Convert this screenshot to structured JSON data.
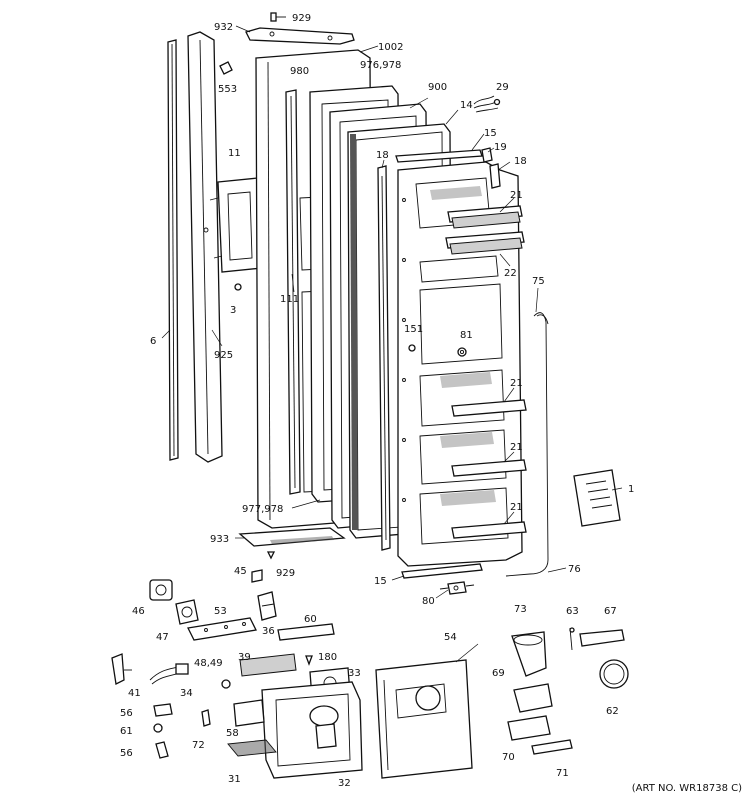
{
  "art_number": "(ART NO. WR18738 C)",
  "callouts": [
    {
      "id": "c932",
      "text": "932"
    },
    {
      "id": "c929a",
      "text": "929"
    },
    {
      "id": "c1002",
      "text": "1002"
    },
    {
      "id": "c553",
      "text": "553"
    },
    {
      "id": "c980",
      "text": "980"
    },
    {
      "id": "c976",
      "text": "976,978"
    },
    {
      "id": "c900",
      "text": "900"
    },
    {
      "id": "c29",
      "text": "29"
    },
    {
      "id": "c14",
      "text": "14"
    },
    {
      "id": "c15a",
      "text": "15"
    },
    {
      "id": "c19",
      "text": "19"
    },
    {
      "id": "c18a",
      "text": "18"
    },
    {
      "id": "c18b",
      "text": "18"
    },
    {
      "id": "c11",
      "text": "11"
    },
    {
      "id": "c21a",
      "text": "21"
    },
    {
      "id": "c22",
      "text": "22"
    },
    {
      "id": "c75",
      "text": "75"
    },
    {
      "id": "c3",
      "text": "3"
    },
    {
      "id": "c111",
      "text": "111"
    },
    {
      "id": "c6",
      "text": "6"
    },
    {
      "id": "c925",
      "text": "925"
    },
    {
      "id": "c151",
      "text": "151"
    },
    {
      "id": "c81",
      "text": "81"
    },
    {
      "id": "c21b",
      "text": "21"
    },
    {
      "id": "c21c",
      "text": "21"
    },
    {
      "id": "c21d",
      "text": "21"
    },
    {
      "id": "c1",
      "text": "1"
    },
    {
      "id": "c977",
      "text": "977,978"
    },
    {
      "id": "c933",
      "text": "933"
    },
    {
      "id": "c929b",
      "text": "929"
    },
    {
      "id": "c45",
      "text": "45"
    },
    {
      "id": "c15b",
      "text": "15"
    },
    {
      "id": "c76",
      "text": "76"
    },
    {
      "id": "c80",
      "text": "80"
    },
    {
      "id": "c46",
      "text": "46"
    },
    {
      "id": "c47",
      "text": "47"
    },
    {
      "id": "c53",
      "text": "53"
    },
    {
      "id": "c36",
      "text": "36"
    },
    {
      "id": "c60",
      "text": "60"
    },
    {
      "id": "c73",
      "text": "73"
    },
    {
      "id": "c63",
      "text": "63"
    },
    {
      "id": "c67",
      "text": "67"
    },
    {
      "id": "c54",
      "text": "54"
    },
    {
      "id": "c39",
      "text": "39"
    },
    {
      "id": "c180",
      "text": "180"
    },
    {
      "id": "c48",
      "text": "48,49"
    },
    {
      "id": "c33",
      "text": "33"
    },
    {
      "id": "c41",
      "text": "41"
    },
    {
      "id": "c34",
      "text": "34"
    },
    {
      "id": "c69",
      "text": "69"
    },
    {
      "id": "c62",
      "text": "62"
    },
    {
      "id": "c56a",
      "text": "56"
    },
    {
      "id": "c61",
      "text": "61"
    },
    {
      "id": "c58",
      "text": "58"
    },
    {
      "id": "c72",
      "text": "72"
    },
    {
      "id": "c56b",
      "text": "56"
    },
    {
      "id": "c70",
      "text": "70"
    },
    {
      "id": "c71",
      "text": "71"
    },
    {
      "id": "c31",
      "text": "31"
    },
    {
      "id": "c32",
      "text": "32"
    }
  ]
}
